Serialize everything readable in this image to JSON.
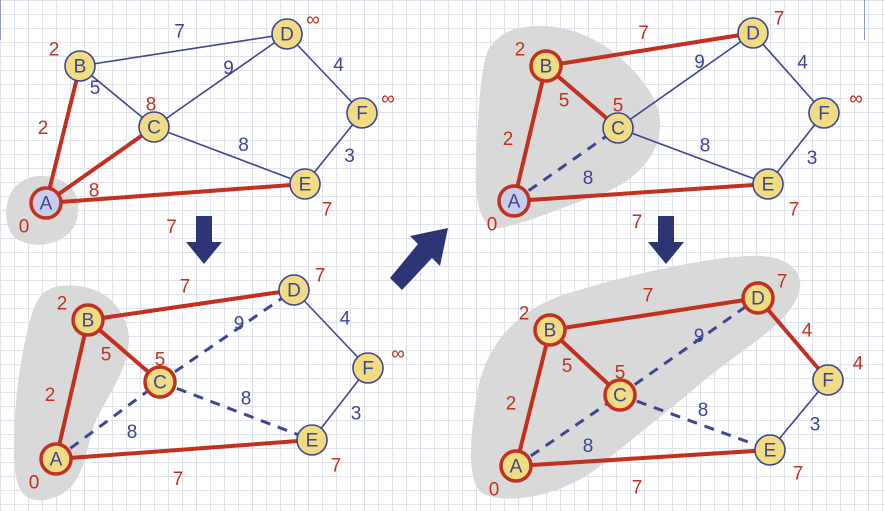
{
  "colors": {
    "node_fill": "#f1dc83",
    "node_fill_done": "#c8cdea",
    "node_stroke_plain": "#3d4693",
    "node_stroke_cloud": "#c2311f",
    "edge_plain": "#3d4693",
    "edge_tree": "#c2311f",
    "label_weight": "#3d4693",
    "label_distance": "#c2311f",
    "cloud": "#d9d9d9",
    "arrow": "#2e3575"
  },
  "panels": [
    {
      "name": "step-1",
      "nodes": [
        {
          "id": "A",
          "label": "A",
          "dist": "0",
          "state": "done"
        },
        {
          "id": "B",
          "label": "B",
          "dist": "2",
          "state": "plain"
        },
        {
          "id": "C",
          "label": "C",
          "dist": "8",
          "state": "plain"
        },
        {
          "id": "D",
          "label": "D",
          "dist": "∞",
          "state": "plain"
        },
        {
          "id": "E",
          "label": "E",
          "dist": "7",
          "state": "plain"
        },
        {
          "id": "F",
          "label": "F",
          "dist": "∞",
          "state": "plain"
        }
      ],
      "edges": [
        {
          "from": "A",
          "to": "B",
          "weight": "2",
          "style": "tree"
        },
        {
          "from": "A",
          "to": "C",
          "weight": "8",
          "style": "tree"
        },
        {
          "from": "A",
          "to": "E",
          "weight": "7",
          "style": "tree"
        },
        {
          "from": "B",
          "to": "C",
          "weight": "5",
          "style": "plain"
        },
        {
          "from": "B",
          "to": "D",
          "weight": "7",
          "style": "plain"
        },
        {
          "from": "C",
          "to": "D",
          "weight": "9",
          "style": "plain"
        },
        {
          "from": "C",
          "to": "E",
          "weight": "8",
          "style": "plain"
        },
        {
          "from": "D",
          "to": "F",
          "weight": "4",
          "style": "plain"
        },
        {
          "from": "E",
          "to": "F",
          "weight": "3",
          "style": "plain"
        }
      ]
    },
    {
      "name": "step-2",
      "nodes": [
        {
          "id": "A",
          "label": "A",
          "dist": "0",
          "state": "cloud"
        },
        {
          "id": "B",
          "label": "B",
          "dist": "2",
          "state": "cloud"
        },
        {
          "id": "C",
          "label": "C",
          "dist": "5",
          "state": "cloud"
        },
        {
          "id": "D",
          "label": "D",
          "dist": "7",
          "state": "plain"
        },
        {
          "id": "E",
          "label": "E",
          "dist": "7",
          "state": "plain"
        },
        {
          "id": "F",
          "label": "F",
          "dist": "∞",
          "state": "plain"
        }
      ],
      "edges": [
        {
          "from": "A",
          "to": "B",
          "weight": "2",
          "style": "tree"
        },
        {
          "from": "A",
          "to": "C",
          "weight": "8",
          "style": "dashed"
        },
        {
          "from": "A",
          "to": "E",
          "weight": "7",
          "style": "tree"
        },
        {
          "from": "B",
          "to": "C",
          "weight": "5",
          "style": "tree"
        },
        {
          "from": "B",
          "to": "D",
          "weight": "7",
          "style": "tree"
        },
        {
          "from": "C",
          "to": "D",
          "weight": "9",
          "style": "dashed"
        },
        {
          "from": "C",
          "to": "E",
          "weight": "8",
          "style": "dashed"
        },
        {
          "from": "D",
          "to": "F",
          "weight": "4",
          "style": "plain"
        },
        {
          "from": "E",
          "to": "F",
          "weight": "3",
          "style": "plain"
        }
      ]
    },
    {
      "name": "step-3",
      "nodes": [
        {
          "id": "A",
          "label": "A",
          "dist": "0",
          "state": "done"
        },
        {
          "id": "B",
          "label": "B",
          "dist": "2",
          "state": "cloud"
        },
        {
          "id": "C",
          "label": "C",
          "dist": "5",
          "state": "plain"
        },
        {
          "id": "D",
          "label": "D",
          "dist": "7",
          "state": "plain"
        },
        {
          "id": "E",
          "label": "E",
          "dist": "7",
          "state": "plain"
        },
        {
          "id": "F",
          "label": "F",
          "dist": "∞",
          "state": "plain"
        }
      ],
      "edges": [
        {
          "from": "A",
          "to": "B",
          "weight": "2",
          "style": "tree"
        },
        {
          "from": "A",
          "to": "C",
          "weight": "8",
          "style": "dashed"
        },
        {
          "from": "A",
          "to": "E",
          "weight": "7",
          "style": "tree"
        },
        {
          "from": "B",
          "to": "C",
          "weight": "5",
          "style": "tree"
        },
        {
          "from": "B",
          "to": "D",
          "weight": "7",
          "style": "tree"
        },
        {
          "from": "C",
          "to": "D",
          "weight": "9",
          "style": "plain"
        },
        {
          "from": "C",
          "to": "E",
          "weight": "8",
          "style": "plain"
        },
        {
          "from": "D",
          "to": "F",
          "weight": "4",
          "style": "plain"
        },
        {
          "from": "E",
          "to": "F",
          "weight": "3",
          "style": "plain"
        }
      ]
    },
    {
      "name": "step-4",
      "nodes": [
        {
          "id": "A",
          "label": "A",
          "dist": "0",
          "state": "cloud"
        },
        {
          "id": "B",
          "label": "B",
          "dist": "2",
          "state": "cloud"
        },
        {
          "id": "C",
          "label": "C",
          "dist": "5",
          "state": "cloud"
        },
        {
          "id": "D",
          "label": "D",
          "dist": "7",
          "state": "cloud"
        },
        {
          "id": "E",
          "label": "E",
          "dist": "7",
          "state": "plain"
        },
        {
          "id": "F",
          "label": "F",
          "dist": "4",
          "state": "plain"
        }
      ],
      "edges": [
        {
          "from": "A",
          "to": "B",
          "weight": "2",
          "style": "tree"
        },
        {
          "from": "A",
          "to": "C",
          "weight": "8",
          "style": "dashed"
        },
        {
          "from": "A",
          "to": "E",
          "weight": "7",
          "style": "tree"
        },
        {
          "from": "B",
          "to": "C",
          "weight": "5",
          "style": "tree"
        },
        {
          "from": "B",
          "to": "D",
          "weight": "7",
          "style": "tree"
        },
        {
          "from": "C",
          "to": "D",
          "weight": "9",
          "style": "dashed"
        },
        {
          "from": "C",
          "to": "E",
          "weight": "8",
          "style": "dashed"
        },
        {
          "from": "D",
          "to": "F",
          "weight": "4",
          "style": "tree"
        },
        {
          "from": "E",
          "to": "F",
          "weight": "3",
          "style": "plain"
        }
      ]
    }
  ]
}
